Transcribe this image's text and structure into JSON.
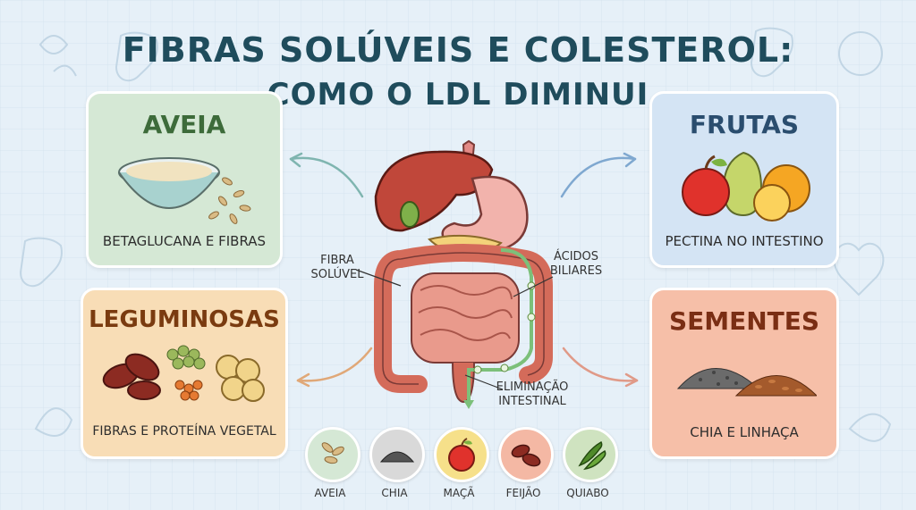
{
  "title": {
    "line1": "FIBRAS SOLÚVEIS E COLESTEROL:",
    "line2": "COMO O LDL DIMINUI"
  },
  "cards": {
    "aveia": {
      "heading": "AVEIA",
      "caption": "BETAGLUCANA E FIBRAS",
      "color": "#d5e8d5",
      "heading_color": "#3d6b3a"
    },
    "frutas": {
      "heading": "FRUTAS",
      "caption": "PECTINA NO INTESTINO",
      "color": "#d4e4f4",
      "heading_color": "#2a4d6e"
    },
    "leguminosas": {
      "heading": "LEGUMINOSAS",
      "caption": "FIBRAS E PROTEÍNA VEGETAL",
      "color": "#f8ddb6",
      "heading_color": "#7a3b10"
    },
    "sementes": {
      "heading": "SEMENTES",
      "caption": "CHIA E LINHAÇA",
      "color": "#f6bfa8",
      "heading_color": "#7a2e14"
    }
  },
  "labels": {
    "fibra": "FIBRA\nSOLÚVEL",
    "acidos": "ÁCIDOS\nBILIARES",
    "eliminacao": "ELIMINAÇÃO\nINTESTINAL"
  },
  "foods": [
    {
      "name": "AVEIA",
      "icon": "oat-icon",
      "color": "#d5e8d5"
    },
    {
      "name": "CHIA",
      "icon": "chia-icon",
      "color": "#d9d9d9"
    },
    {
      "name": "MAÇÃ",
      "icon": "apple-icon",
      "color": "#f6e08a"
    },
    {
      "name": "FEIJÃO",
      "icon": "bean-icon",
      "color": "#f4b8a4"
    },
    {
      "name": "QUIABO",
      "icon": "okra-icon",
      "color": "#cfe3c0"
    }
  ]
}
